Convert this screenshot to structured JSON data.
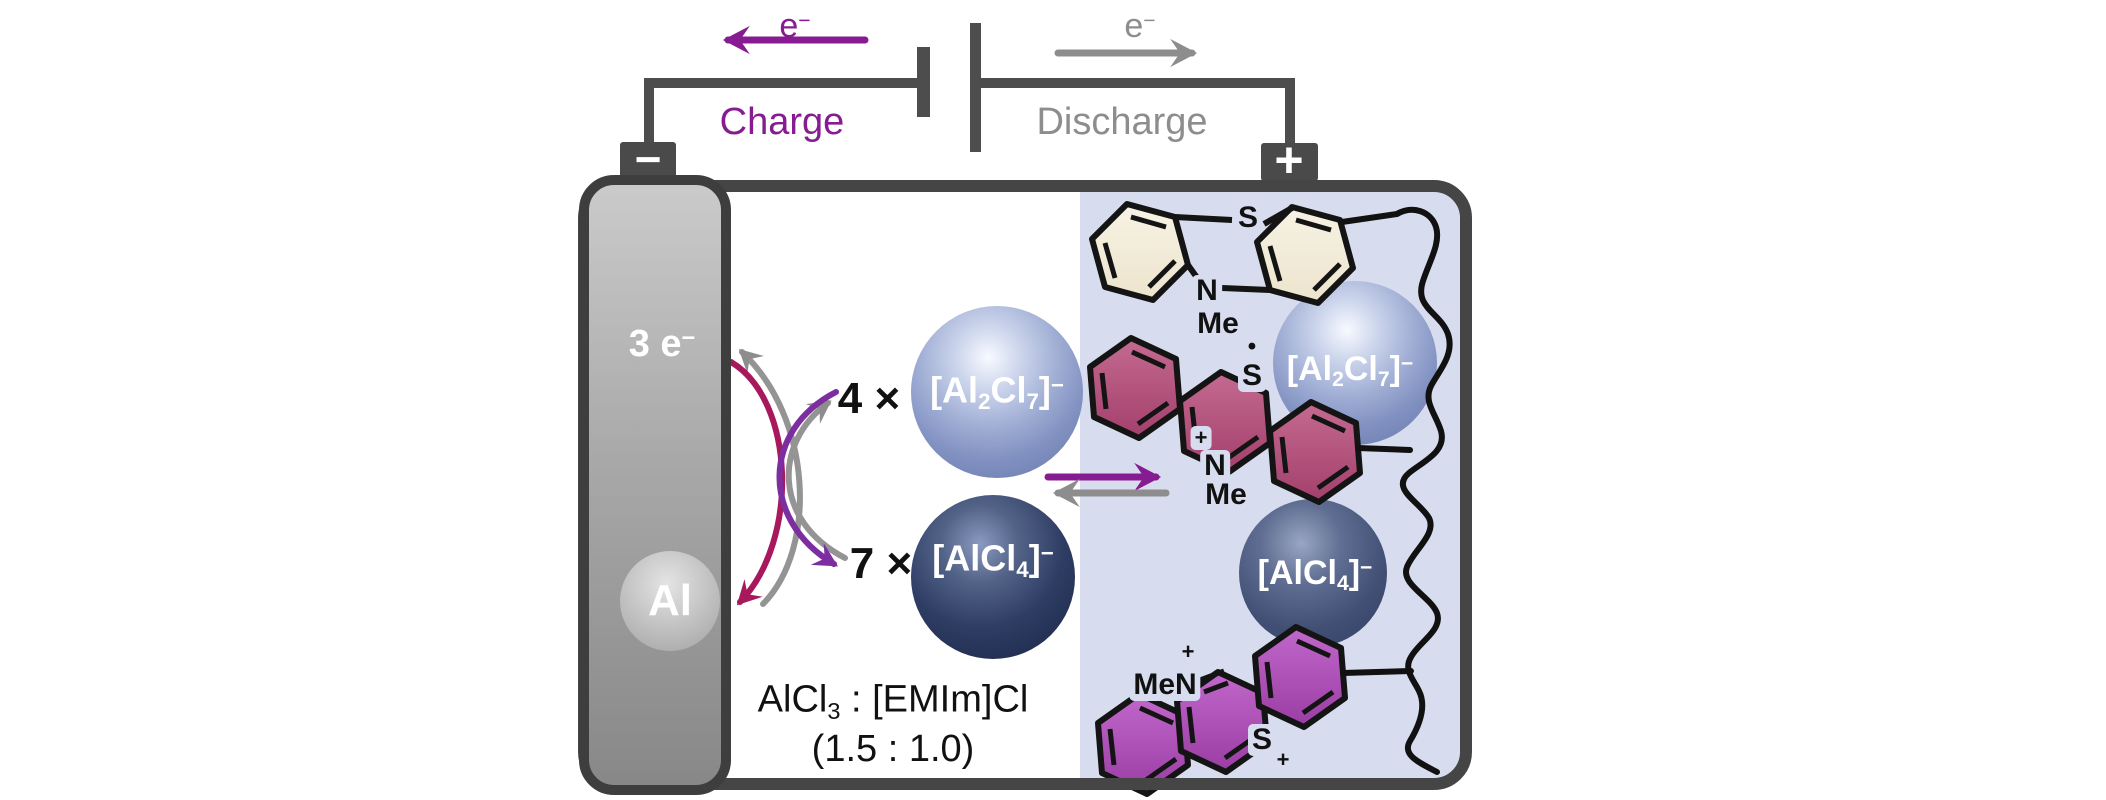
{
  "colors": {
    "purple_accent": "#871b91",
    "gray_accent": "#8d8d8d",
    "wire_gray": "#4d4d4d",
    "box_border": "#454545",
    "crimson_arrow": "#a8185c",
    "violet_arrow": "#7c2da0",
    "catholyte_lavender": "#d8dcef",
    "ring_cream": "#f3eedd",
    "ring_magenta": "#b5537b",
    "ring_orchid": "#ae52b5",
    "sphere_light_blue": "#8d9dc9",
    "sphere_dark_navy": "#24325a",
    "sphere_slate": "#55648a",
    "electrode_gray": "#a6a6a6"
  },
  "circuit": {
    "charge_label": "Charge",
    "discharge_label": "Discharge",
    "electron_base": "e",
    "electron_sup": "−",
    "minus_terminal": "−",
    "plus_terminal": "+"
  },
  "anode": {
    "electron_count_base": "3 e",
    "electron_count_sup": "−",
    "metal_label": "Al"
  },
  "electrolyte": {
    "count_al2cl7": "4 ×",
    "count_alcl4": "7 ×",
    "al2cl7_parts": {
      "p1": "[Al",
      "sub1": "2",
      "p2": "Cl",
      "sub2": "7",
      "p3": "]",
      "sup": "−"
    },
    "alcl4_parts": {
      "p1": "[AlCl",
      "sub1": "4",
      "p2": "]",
      "sup": "−"
    },
    "composition": {
      "p1": "AlCl",
      "sub1": "3",
      "p2": " : [EMIm]Cl",
      "ratio": "(1.5 : 1.0)"
    }
  },
  "cathode": {
    "ptz_neutral": {
      "sulfur": "S",
      "nitrogen": "N",
      "methyl": "Me"
    },
    "ptz_radical": {
      "radical_dot": "•",
      "sulfur": "S",
      "charge_plus": "+",
      "nitrogen": "N",
      "methyl": "Me"
    },
    "ptz_dication": {
      "n_charge_plus": "+",
      "methyl_nitrogen": "MeN",
      "sulfur": "S",
      "s_charge_plus": "+"
    }
  }
}
